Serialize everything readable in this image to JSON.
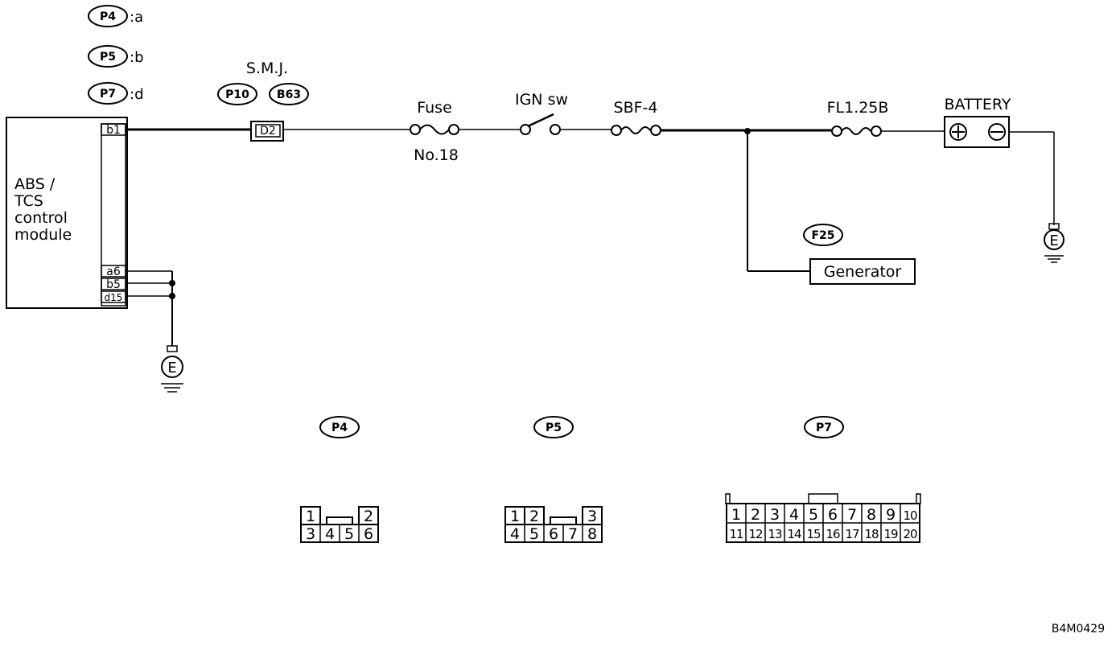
{
  "legend": [
    {
      "connector": "P4",
      "letter": ":a"
    },
    {
      "connector": "P5",
      "letter": ":b"
    },
    {
      "connector": "P7",
      "letter": ":d"
    }
  ],
  "module": {
    "lines": [
      "ABS /",
      "TCS",
      "control",
      "module"
    ],
    "pins": [
      "b1",
      "a6",
      "b5",
      "d15"
    ]
  },
  "smj": {
    "label": "S.M.J.",
    "connectors": [
      "P10",
      "B63"
    ],
    "terminal": "D2"
  },
  "fuse": {
    "label": "Fuse",
    "number": "No.18"
  },
  "ign_switch": {
    "label": "IGN sw"
  },
  "sbf": {
    "label": "SBF-4"
  },
  "fusible_link": {
    "label": "FL1.25B"
  },
  "battery": {
    "label": "BATTERY",
    "pos_symbol": "+",
    "neg_symbol": "−"
  },
  "generator": {
    "label": "Generator",
    "connector": "F25"
  },
  "ground_symbol": "E",
  "connectors": {
    "P4": {
      "name": "P4",
      "top": [
        "1",
        "",
        "",
        "2"
      ],
      "bottom": [
        "3",
        "4",
        "5",
        "6"
      ]
    },
    "P5": {
      "name": "P5",
      "top": [
        "1",
        "2",
        "",
        "",
        "3"
      ],
      "bottom": [
        "4",
        "5",
        "6",
        "7",
        "8"
      ]
    },
    "P7": {
      "name": "P7",
      "top": [
        "1",
        "2",
        "3",
        "4",
        "5",
        "6",
        "7",
        "8",
        "9",
        "10"
      ],
      "bottom": [
        "11",
        "12",
        "13",
        "14",
        "15",
        "16",
        "17",
        "18",
        "19",
        "20"
      ]
    }
  },
  "figure_code": "B4M0429"
}
